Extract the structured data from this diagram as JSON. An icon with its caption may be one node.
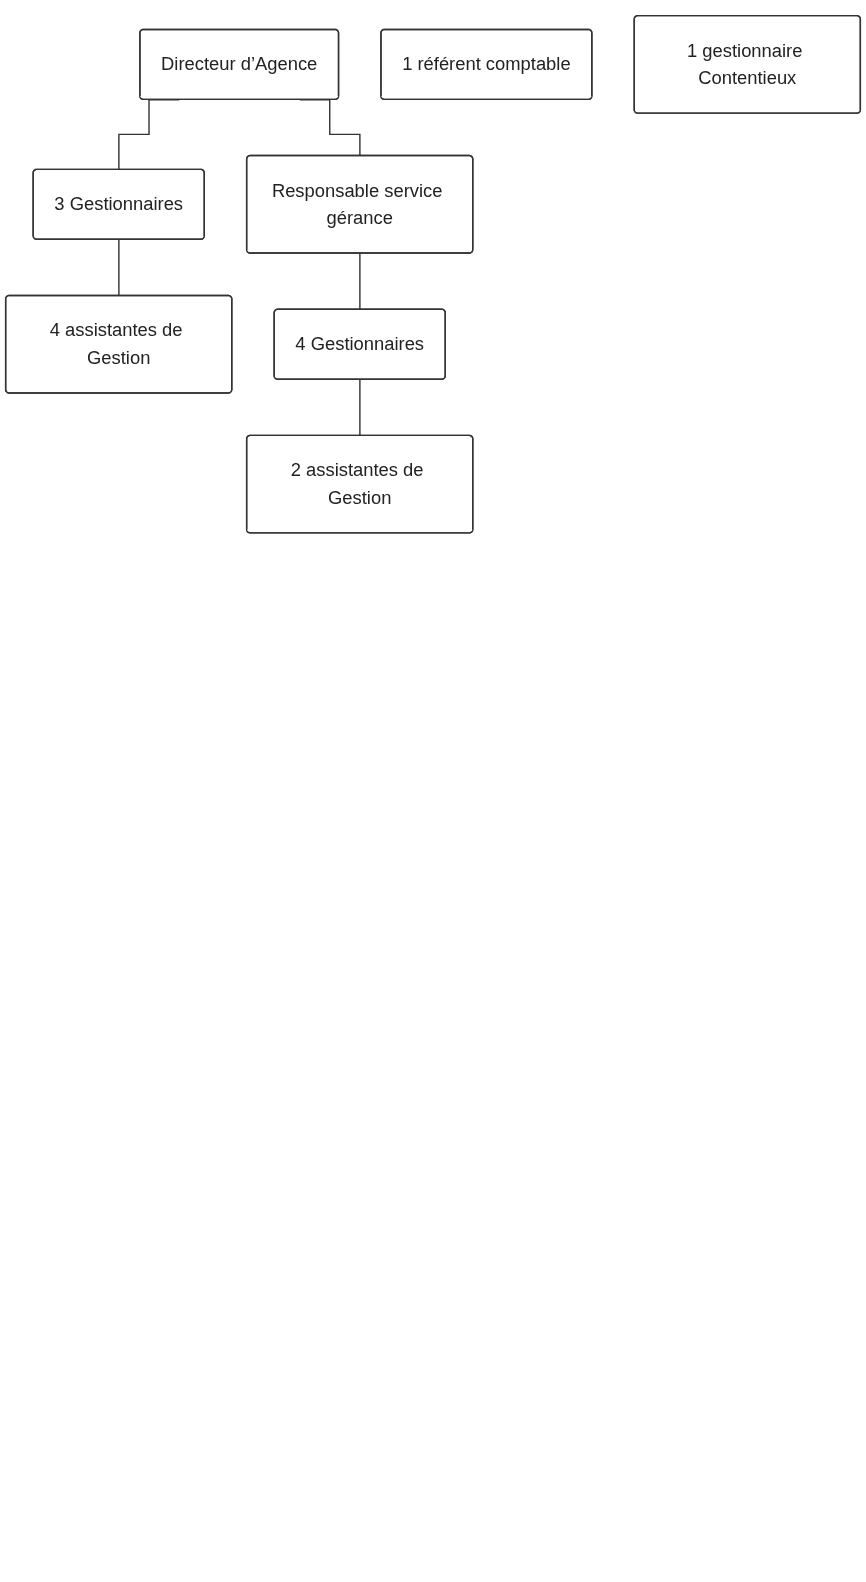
{
  "diagram": {
    "nodes": [
      {
        "text": [
          "Directeur d’Agence"
        ]
      },
      {
        "text": [
          "3 Gestionnaires"
        ]
      },
      {
        "text": [
          "Responsable service gérance"
        ]
      },
      {
        "text": [
          "4 assistantes de Gestion"
        ]
      },
      {
        "text": [
          "4 Gestionnaires"
        ]
      },
      {
        "text": [
          "2 assistantes de Gestion"
        ]
      },
      {
        "text": [
          "1 référent comptable"
        ]
      },
      {
        "text": [
          "1 gestionnaire Contentieux"
        ]
      }
    ],
    "edges": [
      {
        "from": 0,
        "to": 1,
        "arrow": "none"
      },
      {
        "from": 0,
        "to": 2,
        "arrow": "none"
      },
      {
        "from": 1,
        "to": 3,
        "arrow": "none"
      },
      {
        "from": 2,
        "to": 4,
        "arrow": "none"
      },
      {
        "from": 4,
        "to": 5,
        "arrow": "none"
      }
    ]
  }
}
